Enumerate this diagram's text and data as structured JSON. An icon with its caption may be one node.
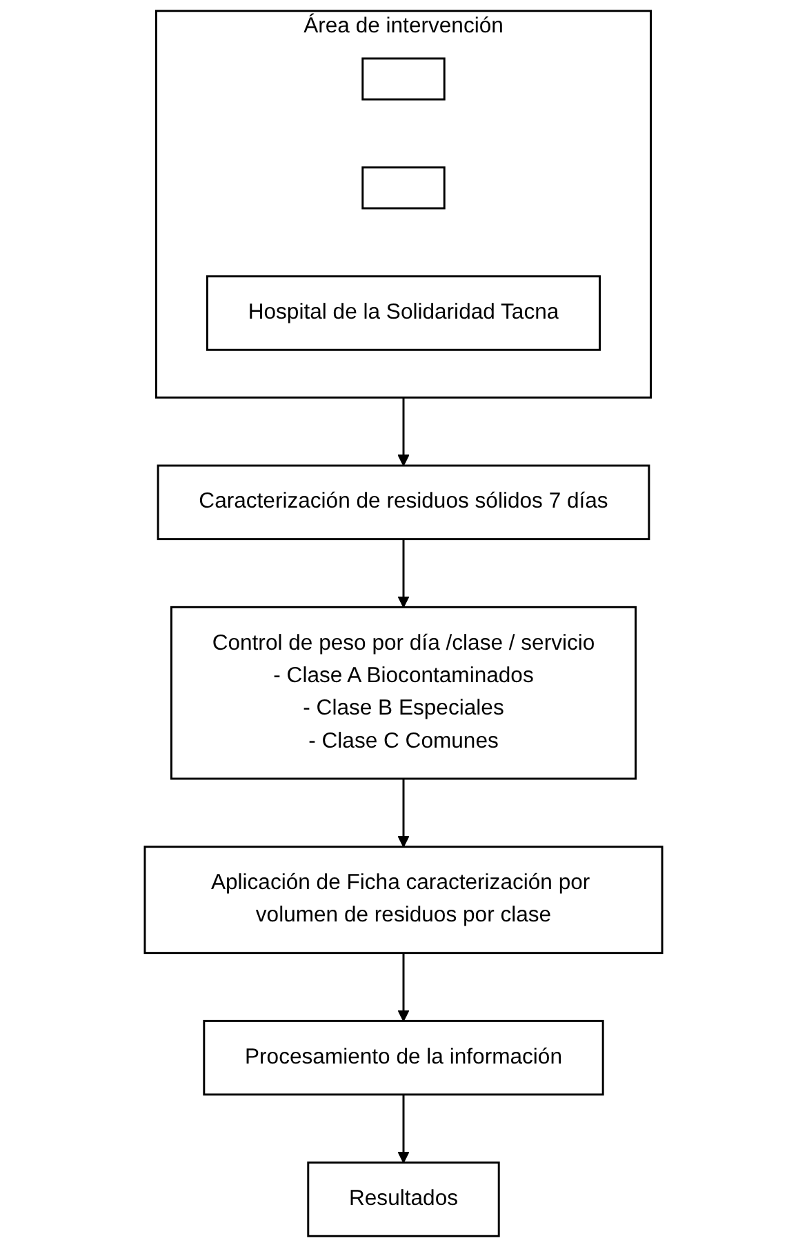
{
  "diagram": {
    "nodes": [
      {
        "text": [
          "Área de intervención"
        ]
      },
      {
        "text": [],
        "shape": "box",
        "in": 0
      },
      {
        "text": [],
        "shape": "box",
        "in": 0
      },
      {
        "text": [
          "Hospital de la Solidaridad Tacna"
        ],
        "in": 0
      },
      {
        "text": [
          "Caracterización de residuos sólidos 7 días"
        ]
      },
      {
        "text": [
          "Control de peso por día /clase / servicio",
          "- Clase A Biocontaminados",
          "- Clase B Especiales",
          "- Clase C Comunes"
        ]
      },
      {
        "text": [
          "Aplicación de Ficha caracterización por volumen de residuos por clase"
        ]
      },
      {
        "text": [
          "Procesamiento de la información"
        ]
      },
      {
        "text": [
          "Resultados"
        ]
      }
    ],
    "edges": [
      {
        "from": 0,
        "to": 4,
        "arrow": "to"
      },
      {
        "from": 4,
        "to": 5,
        "arrow": "to"
      },
      {
        "from": 5,
        "to": 6,
        "arrow": "to"
      },
      {
        "from": 6,
        "to": 7,
        "arrow": "to"
      },
      {
        "from": 7,
        "to": 8,
        "arrow": "to"
      }
    ]
  }
}
